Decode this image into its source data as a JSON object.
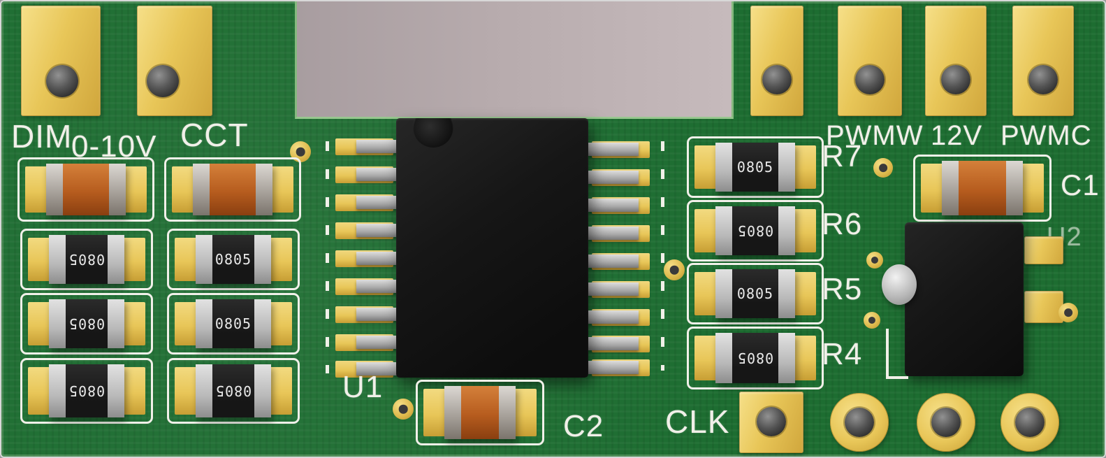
{
  "labels": {
    "dim": "DIM",
    "range": "0-10V",
    "cct": "CCT",
    "u1": "U1",
    "c2": "C2",
    "clk": "CLK",
    "r7": "R7",
    "r6": "R6",
    "r5": "R5",
    "r4": "R4",
    "pwmw": "PWMW",
    "v12": "12V",
    "pwmc": "PWMC",
    "c1": "C1",
    "u2": "U2"
  },
  "markings": {
    "resistor": "0805"
  },
  "colors": {
    "pcb": "#1d6d31",
    "pad": "#e8c658",
    "silk": "#f1f0e9",
    "bg": "#b7abad",
    "chip": "#161616",
    "cap": "#b65c1e",
    "term": "#b9b9b9"
  }
}
